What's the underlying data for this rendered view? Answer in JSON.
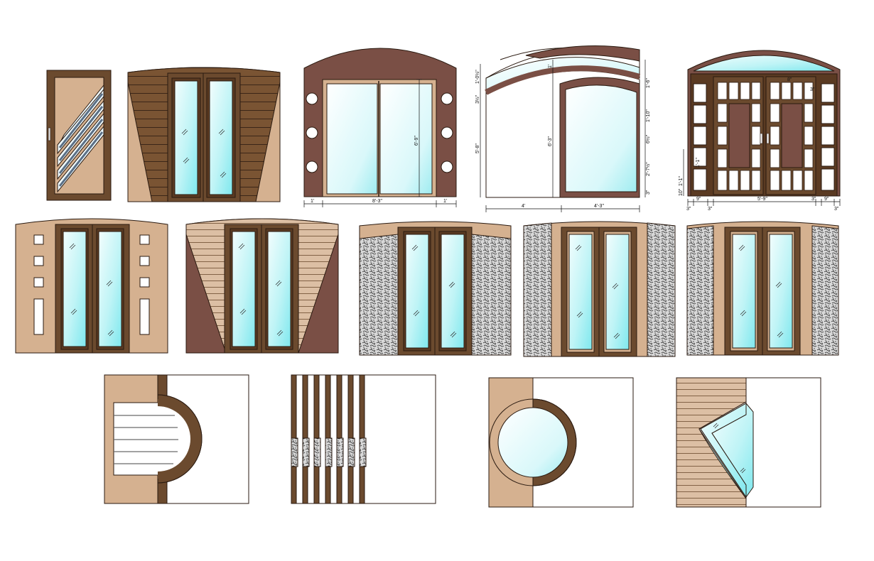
{
  "colors": {
    "frame_brown": "#6b4a2e",
    "dark_wall": "#7a4f45",
    "light_wall": "#d5b190",
    "board_light": "#d9b79a",
    "glass": "#a8f0f3",
    "glass_light": "#e6fbfc",
    "outline": "#2a1a10"
  },
  "dimensions": {
    "d3_bottom": [
      "1'",
      "8'-3\"",
      "1'"
    ],
    "d3_height": "6'-9\"",
    "d4_bottom": [
      "4'",
      "4'-3\""
    ],
    "d4_left": [
      "1'-0½\"",
      "3½\"",
      "5'-8\""
    ],
    "d4_center": [
      "1'",
      "6'-3\""
    ],
    "d4_right": [
      "1'-6\"",
      "1'-10\"",
      "6½\"",
      "2'-7½\"",
      "3\""
    ],
    "d5_bottom": [
      "3\"",
      "9\"",
      "3\"",
      "5'-9\"",
      "3\"",
      "9\"",
      "3\""
    ],
    "d5_left": [
      "1'-1\"",
      "1'-1\"",
      "10\""
    ],
    "d5_top": [
      "8\"",
      "3\""
    ]
  },
  "icons": [
    "sliding-door-icon",
    "arched-door-icon",
    "french-door-icon",
    "round-window-icon"
  ]
}
